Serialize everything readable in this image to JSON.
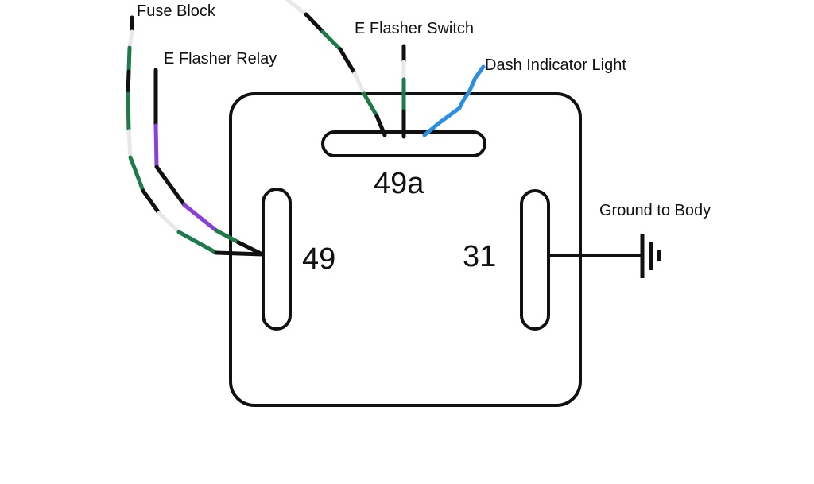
{
  "labels": {
    "fuse_block": "Fuse Block",
    "flasher_relay": "E Flasher Relay",
    "flasher_switch": "E Flasher Switch",
    "dash_indicator": "Dash Indicator Light",
    "ground_to_body": "Ground to Body"
  },
  "terminals": {
    "t49a": "49a",
    "t49": "49",
    "t31": "31"
  },
  "colors": {
    "wire_black": "#111111",
    "wire_green": "#1f7a4a",
    "wire_white": "#e8e8e8",
    "wire_purple": "#8a3fd6",
    "wire_blue": "#2a8fe0",
    "outline": "#111111"
  }
}
